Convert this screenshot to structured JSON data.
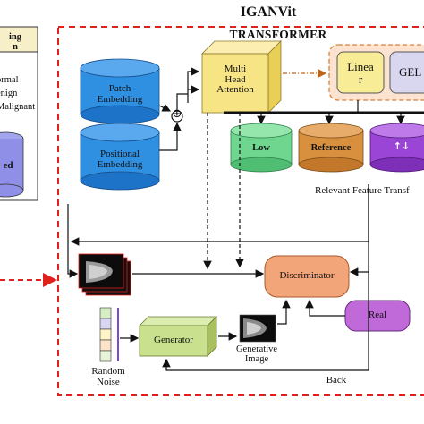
{
  "title": "IGANVit",
  "subtitle": "TRANSFORMER",
  "dataset": {
    "header_lines": [
      "ing",
      "n"
    ],
    "classes": [
      "ormal",
      "enign",
      "Malignant"
    ],
    "db_label": "ed"
  },
  "patch_embedding": [
    "Patch",
    "Embedding"
  ],
  "positional_embedding": [
    "Positional",
    "Embedding"
  ],
  "plus_symbol": "⊕",
  "mha": [
    "Multi",
    "Head",
    "Attention"
  ],
  "linear": [
    "Linea",
    "r"
  ],
  "gelu": "GEL",
  "features": {
    "low": "Low",
    "reference": "Reference",
    "arrows": "↑↓",
    "caption": "Relevant Feature Transf"
  },
  "discriminator": "Discriminator",
  "generator": "Generator",
  "generative_image": [
    "Generative",
    "Image"
  ],
  "random_noise": [
    "Random",
    "Noise"
  ],
  "real": "Real",
  "back": "Back",
  "colors": {
    "border_red": "#e0201c",
    "db_blue": "#2f8fe0",
    "db_blue_dark": "#1d73c7",
    "mha_yellow": "#f7e484",
    "peach_panel": "#fbe2d1",
    "linear_yellow": "#f8ec96",
    "gelu_lilac": "#d9d6ef",
    "low_green": "#6fd68f",
    "reference_orange": "#d8903e",
    "arrows_purple": "#9b45d6",
    "disc_orange": "#f3a57a",
    "gen_green": "#c9e08e",
    "real_purple": "#bf6ad8",
    "dataset_db": "#8f8fe8"
  }
}
